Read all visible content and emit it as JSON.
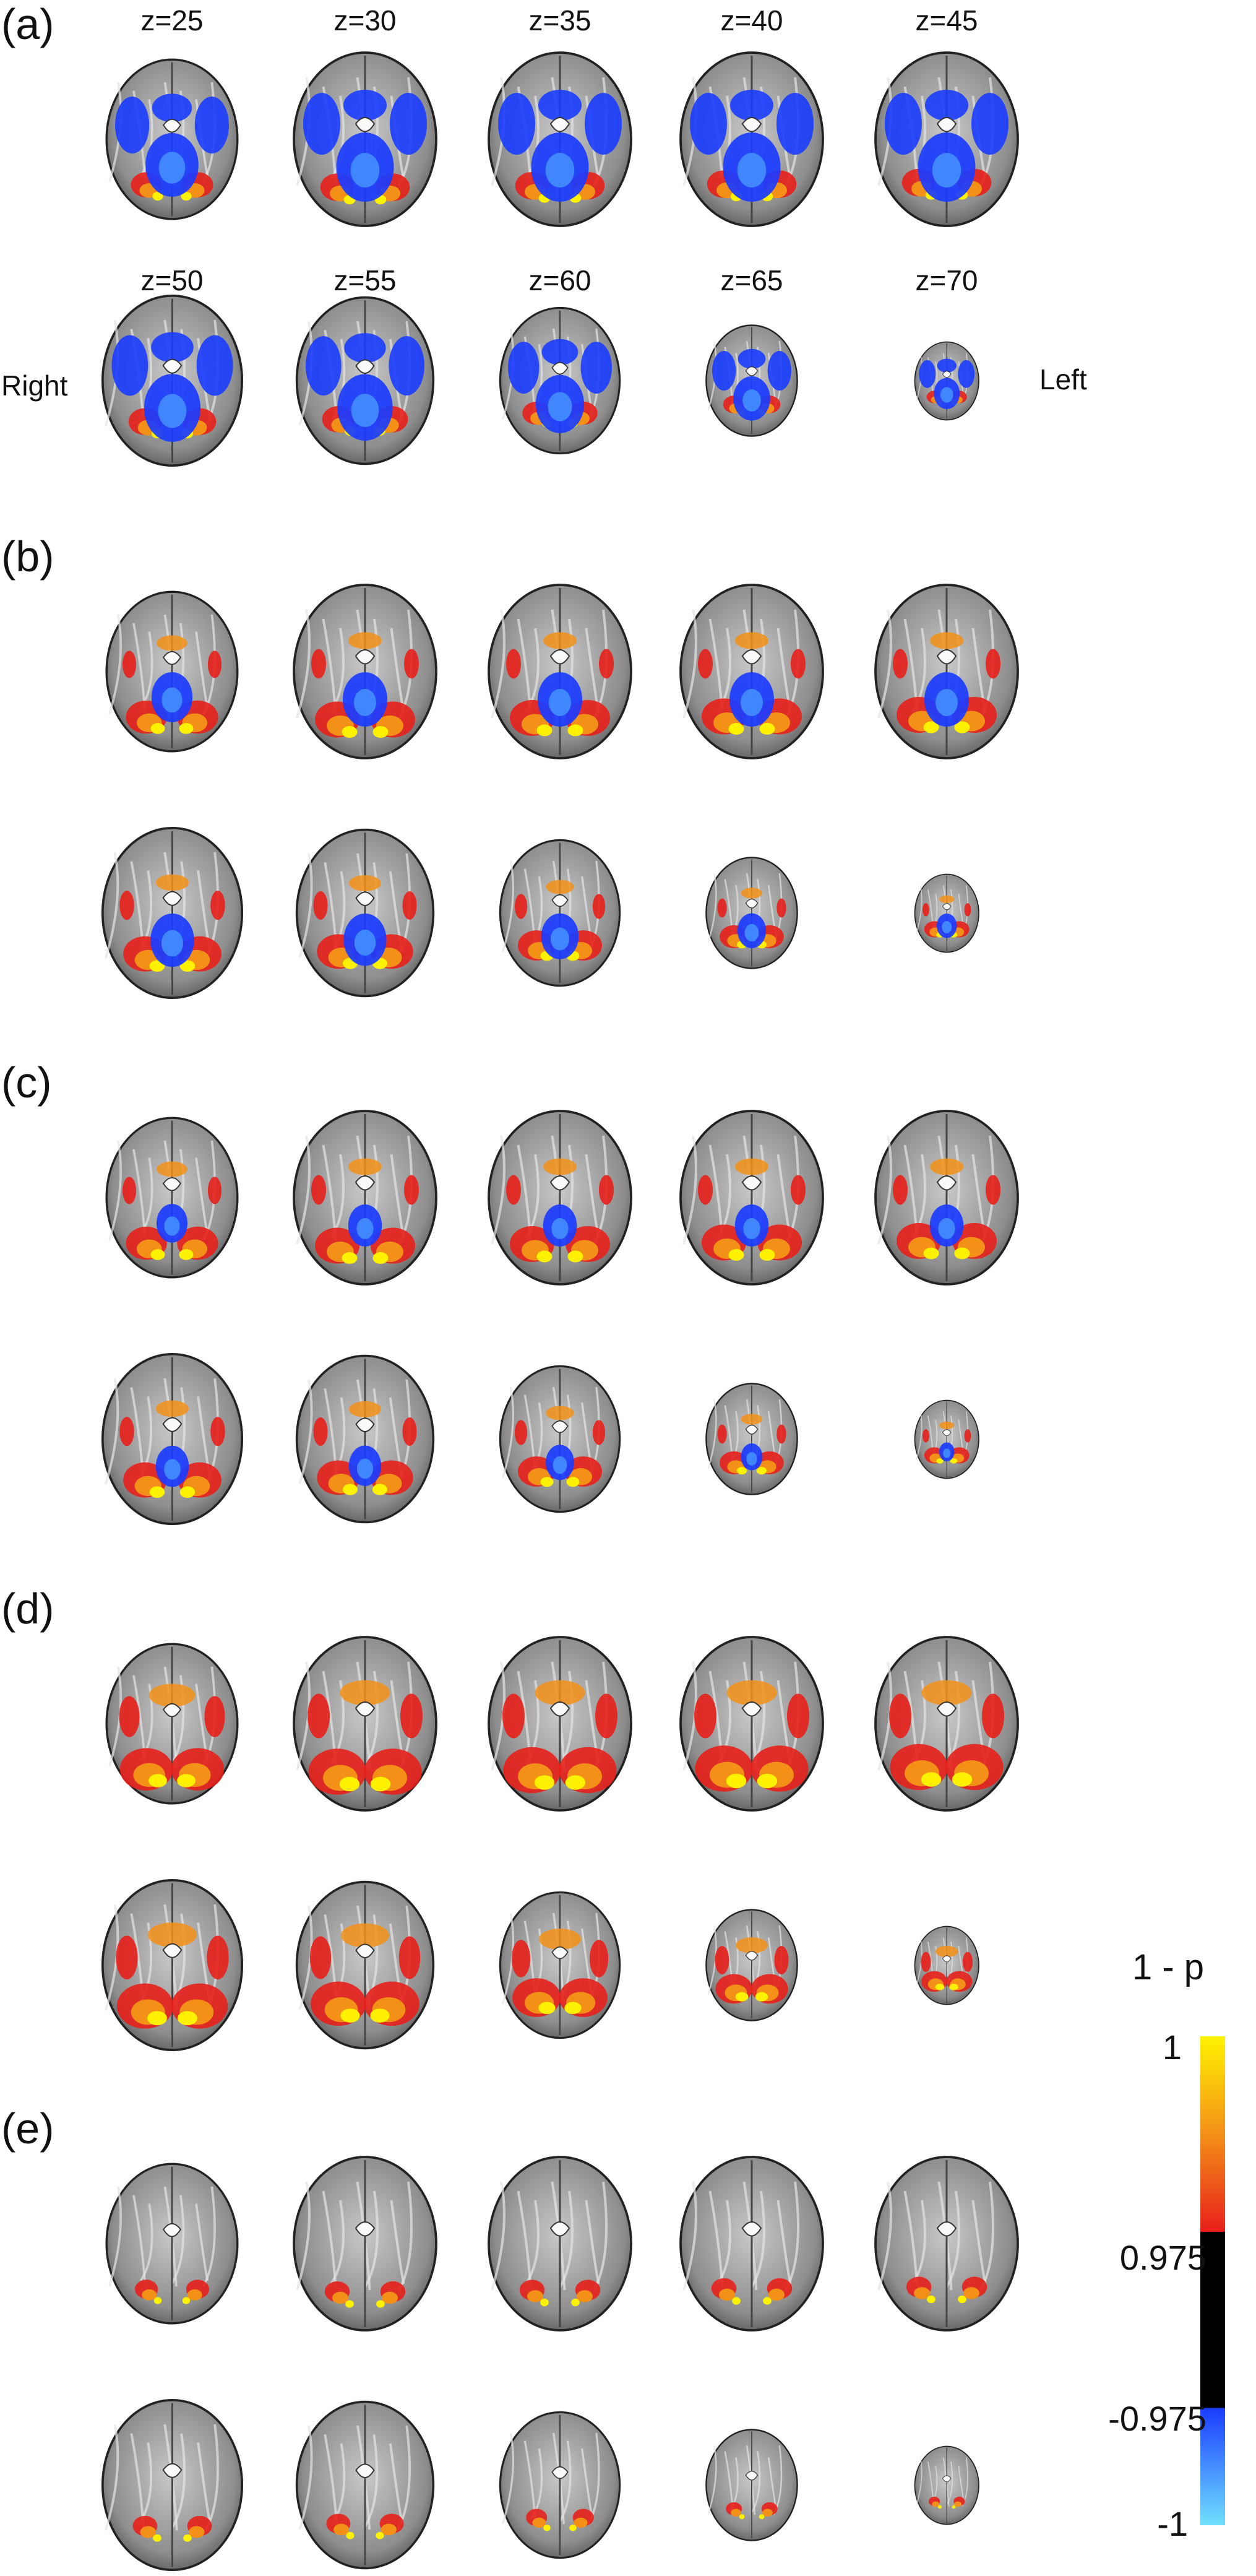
{
  "figure": {
    "z_labels": [
      "z=25",
      "z=30",
      "z=35",
      "z=40",
      "z=45",
      "z=50",
      "z=55",
      "z=60",
      "z=65",
      "z=70"
    ],
    "side_labels": {
      "right": "Right",
      "left": "Left"
    },
    "panels": [
      {
        "label": "(a)",
        "blue": "strong",
        "warm": "weak"
      },
      {
        "label": "(b)",
        "blue": "moderate",
        "warm": "moderate"
      },
      {
        "label": "(c)",
        "blue": "weak",
        "warm": "moderate"
      },
      {
        "label": "(d)",
        "blue": "none",
        "warm": "strong"
      },
      {
        "label": "(e)",
        "blue": "none",
        "warm": "minimal"
      }
    ]
  },
  "colorbar": {
    "title": "1 - p",
    "ticks": [
      "1",
      "0.975",
      "-0.975",
      "-1"
    ],
    "colors": {
      "yellow": "#fff200",
      "orange": "#f39018",
      "red": "#e8201a",
      "black": "#000000",
      "blue": "#1a3cff",
      "cyan": "#6fe0ff"
    }
  }
}
